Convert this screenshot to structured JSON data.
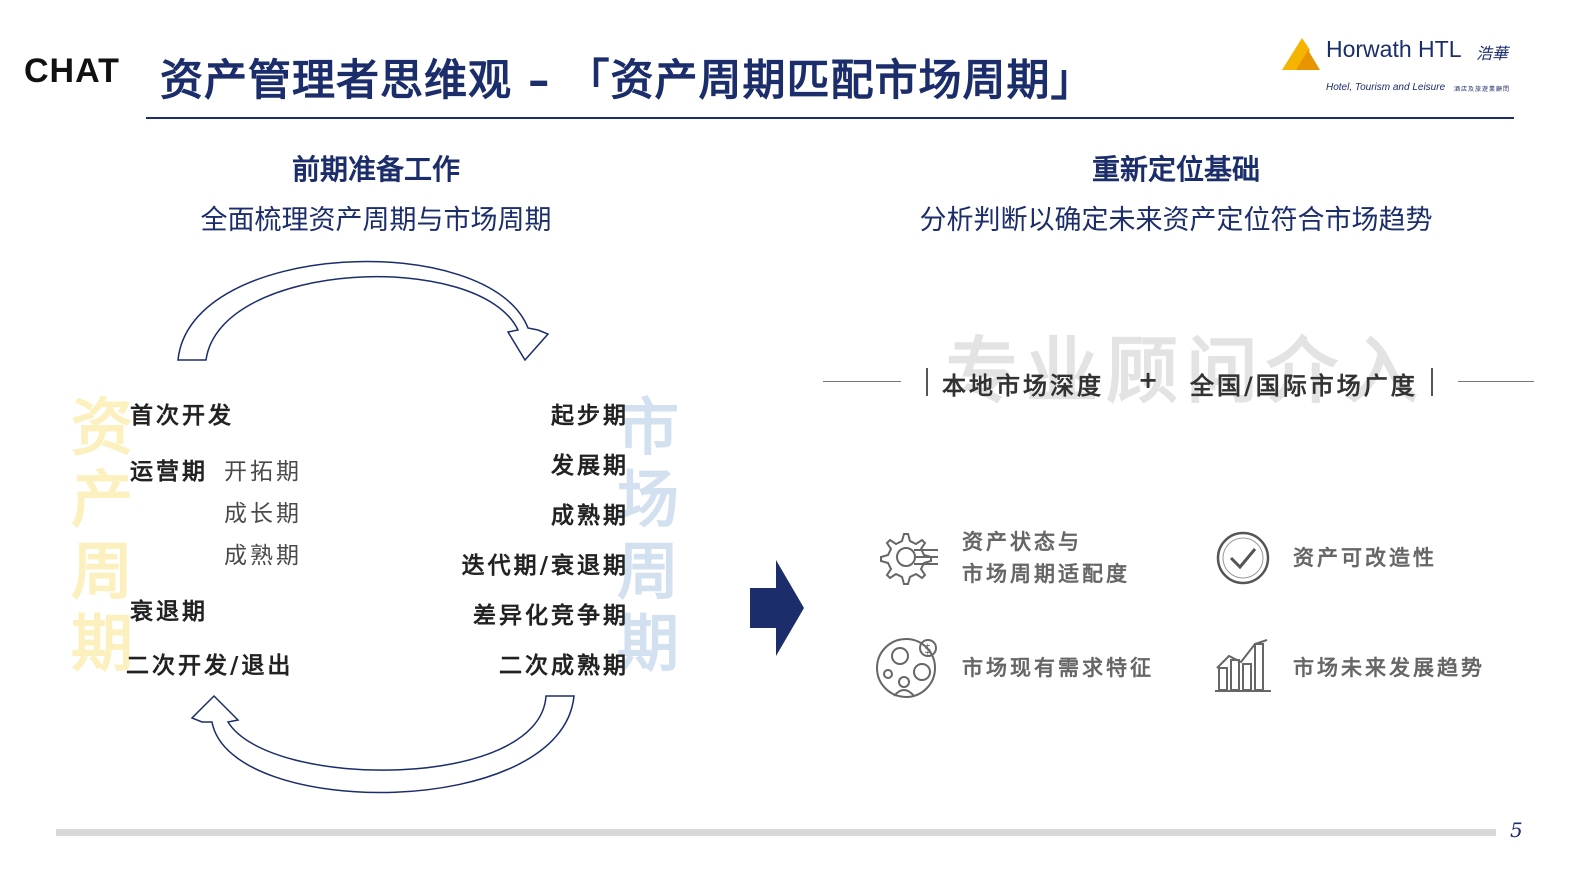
{
  "header": {
    "brand": "CHAT",
    "title": "资产管理者思维观 – 「资产周期匹配市场周期」",
    "logo": {
      "name": "Horwath HTL",
      "name_cn": "浩華",
      "tagline": "Hotel, Tourism and Leisure",
      "tagline_cn": "酒店及旅遊業顧問"
    }
  },
  "left": {
    "heading": "前期准备工作",
    "subheading": "全面梳理资产周期与市场周期",
    "watermark_asset": [
      "资",
      "产",
      "周",
      "期"
    ],
    "watermark_market": [
      "市",
      "场",
      "周",
      "期"
    ],
    "asset_stages": [
      {
        "label": "首次开发"
      },
      {
        "label": "运营期",
        "subs": [
          "开拓期",
          "成长期",
          "成熟期"
        ]
      },
      {
        "label": "衰退期"
      },
      {
        "label": "二次开发/退出"
      }
    ],
    "market_stages": [
      "起步期",
      "发展期",
      "成熟期",
      "迭代期/衰退期",
      "差异化竞争期",
      "二次成熟期"
    ]
  },
  "right": {
    "heading": "重新定位基础",
    "subheading": "分析判断以确定未来资产定位符合市场趋势",
    "watermark": "专业顾问介入",
    "band": {
      "left": "本地市场深度",
      "plus": "+",
      "right": "全国/国际市场广度"
    },
    "features": [
      {
        "icon": "gear-icon",
        "lines": [
          "资产状态与",
          "市场周期适配度"
        ]
      },
      {
        "icon": "checkmark-circle-icon",
        "lines": [
          "资产可改造性"
        ]
      },
      {
        "icon": "market-demand-icon",
        "lines": [
          "市场现有需求特征"
        ]
      },
      {
        "icon": "bar-chart-icon",
        "lines": [
          "市场未来发展趋势"
        ]
      }
    ]
  },
  "footer": {
    "page": "5"
  },
  "colors": {
    "navy": "#1b2d6b",
    "accent_yellow": "#f8e58a",
    "accent_blue": "#a7c3e3"
  }
}
